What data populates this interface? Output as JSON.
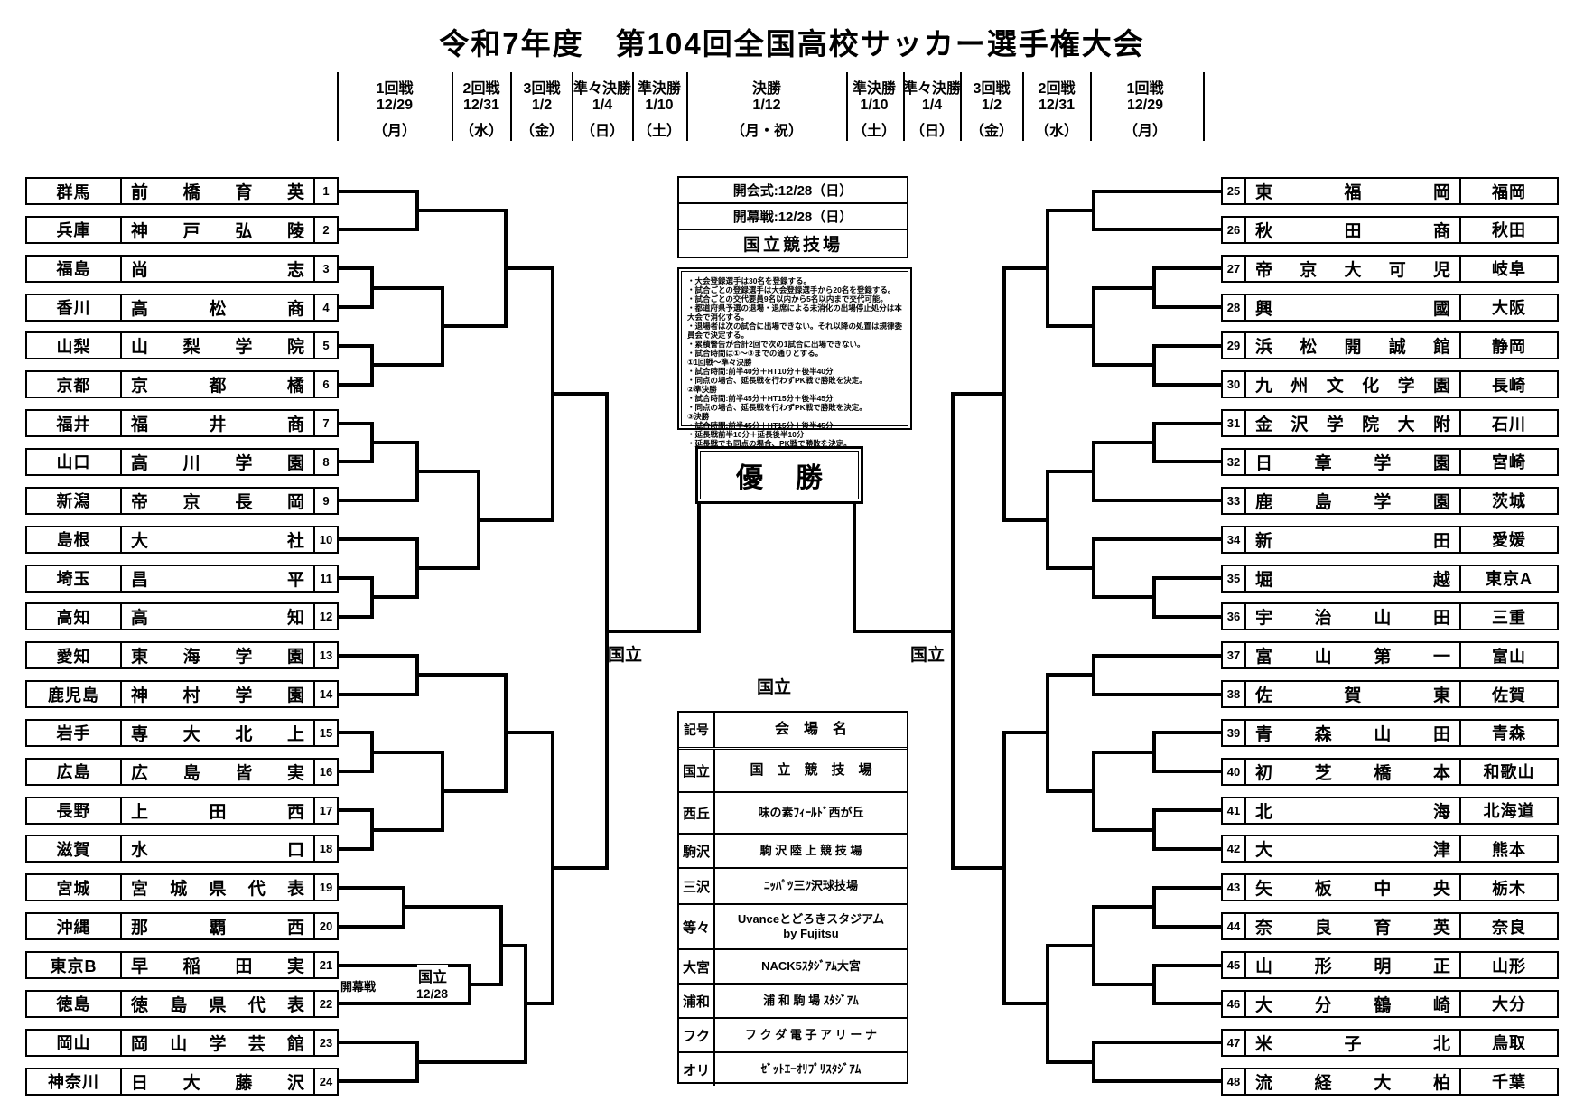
{
  "title": "令和7年度　第104回全国高校サッカー選手権大会",
  "rounds": [
    {
      "label": "1回戦",
      "date": "12/29",
      "day": "（月）"
    },
    {
      "label": "2回戦",
      "date": "12/31",
      "day": "（水）"
    },
    {
      "label": "3回戦",
      "date": "1/2",
      "day": "（金）"
    },
    {
      "label": "準々決勝",
      "date": "1/4",
      "day": "（日）"
    },
    {
      "label": "準決勝",
      "date": "1/10",
      "day": "（土）"
    },
    {
      "label": "決勝",
      "date": "1/12",
      "day": "（月・祝）"
    },
    {
      "label": "準決勝",
      "date": "1/10",
      "day": "（土）"
    },
    {
      "label": "準々決勝",
      "date": "1/4",
      "day": "（日）"
    },
    {
      "label": "3回戦",
      "date": "1/2",
      "day": "（金）"
    },
    {
      "label": "2回戦",
      "date": "12/31",
      "day": "（水）"
    },
    {
      "label": "1回戦",
      "date": "12/29",
      "day": "（月）"
    }
  ],
  "left_teams": [
    {
      "num": "1",
      "pref": "群馬",
      "name": "前橋育英"
    },
    {
      "num": "2",
      "pref": "兵庫",
      "name": "神戸弘陵"
    },
    {
      "num": "3",
      "pref": "福島",
      "name": "尚志"
    },
    {
      "num": "4",
      "pref": "香川",
      "name": "高松商"
    },
    {
      "num": "5",
      "pref": "山梨",
      "name": "山梨学院"
    },
    {
      "num": "6",
      "pref": "京都",
      "name": "京都橘"
    },
    {
      "num": "7",
      "pref": "福井",
      "name": "福井商"
    },
    {
      "num": "8",
      "pref": "山口",
      "name": "高川学園"
    },
    {
      "num": "9",
      "pref": "新潟",
      "name": "帝京長岡"
    },
    {
      "num": "10",
      "pref": "島根",
      "name": "大社"
    },
    {
      "num": "11",
      "pref": "埼玉",
      "name": "昌平"
    },
    {
      "num": "12",
      "pref": "高知",
      "name": "高知"
    },
    {
      "num": "13",
      "pref": "愛知",
      "name": "東海学園"
    },
    {
      "num": "14",
      "pref": "鹿児島",
      "name": "神村学園"
    },
    {
      "num": "15",
      "pref": "岩手",
      "name": "専大北上"
    },
    {
      "num": "16",
      "pref": "広島",
      "name": "広島皆実"
    },
    {
      "num": "17",
      "pref": "長野",
      "name": "上田西"
    },
    {
      "num": "18",
      "pref": "滋賀",
      "name": "水口"
    },
    {
      "num": "19",
      "pref": "宮城",
      "name": "宮城県代表"
    },
    {
      "num": "20",
      "pref": "沖縄",
      "name": "那覇西"
    },
    {
      "num": "21",
      "pref": "東京B",
      "name": "早稲田実"
    },
    {
      "num": "22",
      "pref": "徳島",
      "name": "徳島県代表"
    },
    {
      "num": "23",
      "pref": "岡山",
      "name": "岡山学芸館"
    },
    {
      "num": "24",
      "pref": "神奈川",
      "name": "日大藤沢"
    }
  ],
  "right_teams": [
    {
      "num": "25",
      "pref": "福岡",
      "name": "東福岡"
    },
    {
      "num": "26",
      "pref": "秋田",
      "name": "秋田商"
    },
    {
      "num": "27",
      "pref": "岐阜",
      "name": "帝京大可児"
    },
    {
      "num": "28",
      "pref": "大阪",
      "name": "興國"
    },
    {
      "num": "29",
      "pref": "静岡",
      "name": "浜松開誠館"
    },
    {
      "num": "30",
      "pref": "長崎",
      "name": "九州文化学園"
    },
    {
      "num": "31",
      "pref": "石川",
      "name": "金沢学院大附"
    },
    {
      "num": "32",
      "pref": "宮崎",
      "name": "日章学園"
    },
    {
      "num": "33",
      "pref": "茨城",
      "name": "鹿島学園"
    },
    {
      "num": "34",
      "pref": "愛媛",
      "name": "新田"
    },
    {
      "num": "35",
      "pref": "東京A",
      "name": "堀越"
    },
    {
      "num": "36",
      "pref": "三重",
      "name": "宇治山田"
    },
    {
      "num": "37",
      "pref": "富山",
      "name": "富山第一"
    },
    {
      "num": "38",
      "pref": "佐賀",
      "name": "佐賀東"
    },
    {
      "num": "39",
      "pref": "青森",
      "name": "青森山田"
    },
    {
      "num": "40",
      "pref": "和歌山",
      "name": "初芝橋本"
    },
    {
      "num": "41",
      "pref": "北海道",
      "name": "北海"
    },
    {
      "num": "42",
      "pref": "熊本",
      "name": "大津"
    },
    {
      "num": "43",
      "pref": "栃木",
      "name": "矢板中央"
    },
    {
      "num": "44",
      "pref": "奈良",
      "name": "奈良育英"
    },
    {
      "num": "45",
      "pref": "山形",
      "name": "山形明正"
    },
    {
      "num": "46",
      "pref": "大分",
      "name": "大分鶴崎"
    },
    {
      "num": "47",
      "pref": "鳥取",
      "name": "米子北"
    },
    {
      "num": "48",
      "pref": "千葉",
      "name": "流経大柏"
    }
  ],
  "center": {
    "opening_ceremony": "開会式:12/28（日）",
    "opening_match": "開幕戦:12/28（日）",
    "main_venue": "国立競技場",
    "champion": "優勝",
    "semifinal_venue_left": "国立",
    "semifinal_venue_right": "国立",
    "final_venue": "国立",
    "opening": {
      "label": "開幕戦",
      "venue": "国立",
      "date": "12/28"
    },
    "rules": "・大会登録選手は30名を登録する。\n・試合ごとの登録選手は大会登録選手から20名を登録する。\n・試合ごとの交代要員9名以内から5名以内まで交代可能。\n・都道府県予選の退場・退席による未消化の出場停止処分は本大会で消化する。\n・退場者は次の試合に出場できない。それ以降の処置は規律委員会で決定する。\n・累積警告が合計2回で次の1試合に出場できない。\n・試合時間は①～③までの通りとする。\n①1回戦～準々決勝\n・試合時間:前半40分＋HT10分＋後半40分\n・同点の場合、延長戦を行わずPK戦で勝敗を決定。\n②準決勝\n・試合時間:前半45分＋HT15分＋後半45分\n・同点の場合、延長戦を行わずPK戦で勝敗を決定。\n③決勝\n・試合時間:前半45分＋HT15分＋後半45分\n・延長戦前半10分＋延長後半10分\n・延長戦でも同点の場合、PK戦で勝敗を決定。"
  },
  "venues": {
    "headers": [
      "記号",
      "会　場　名"
    ],
    "rows": [
      {
        "sign": "国立",
        "name": "国　立　競　技　場"
      },
      {
        "sign": "西丘",
        "name": "味の素ﾌｨｰﾙﾄﾞ西が丘"
      },
      {
        "sign": "駒沢",
        "name": "駒 沢 陸 上 競 技 場"
      },
      {
        "sign": "三沢",
        "name": "ﾆｯﾊﾟﾂ三ﾂ沢球技場"
      },
      {
        "sign": "等々",
        "name": "Uvanceとどろきスタジアム\nby Fujitsu"
      },
      {
        "sign": "大宮",
        "name": "NACK5ｽﾀｼﾞｱﾑ大宮"
      },
      {
        "sign": "浦和",
        "name": "浦 和 駒 場 ｽﾀｼﾞｱﾑ"
      },
      {
        "sign": "フク",
        "name": "フ ク ダ 電 子 ア リ ー ナ"
      },
      {
        "sign": "オリ",
        "name": "ｾﾞｯﾄｴｰｵﾘﾌﾟﾘｽﾀｼﾞｱﾑ"
      }
    ]
  }
}
